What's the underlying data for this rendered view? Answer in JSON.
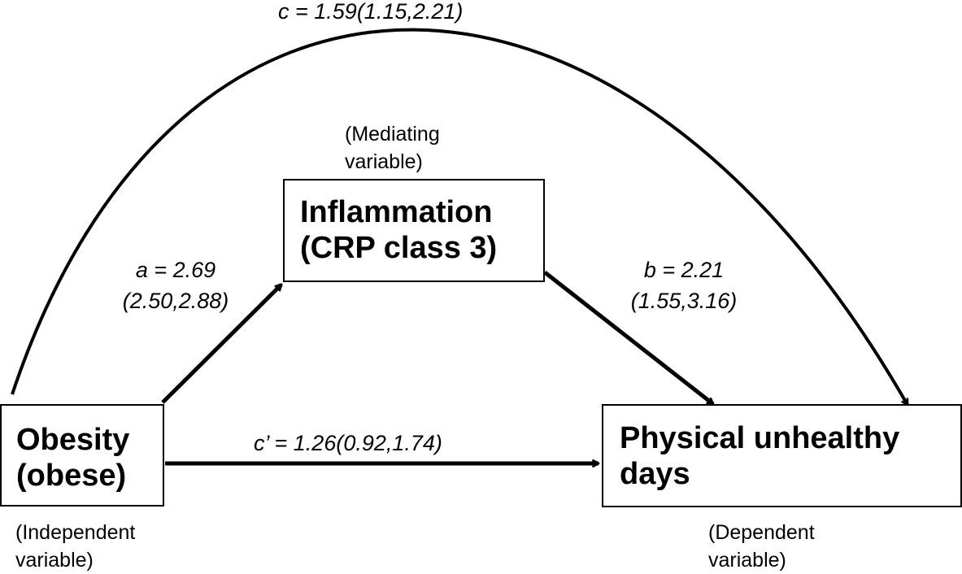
{
  "nodes": {
    "independent": {
      "lines": [
        "Obesity",
        "(obese)"
      ],
      "role_lines": [
        "(Independent",
        "variable)"
      ]
    },
    "mediator": {
      "lines": [
        "Inflammation",
        "(CRP class 3)"
      ],
      "role_lines": [
        "(Mediating",
        "variable)"
      ]
    },
    "dependent": {
      "lines": [
        "Physical unhealthy",
        "days"
      ],
      "role_lines": [
        "(Dependent",
        "variable)"
      ]
    }
  },
  "paths": {
    "a": {
      "lines": [
        "a = 2.69",
        "(2.50,2.88)"
      ]
    },
    "b": {
      "lines": [
        "b = 2.21",
        "(1.55,3.16)"
      ]
    },
    "c": {
      "label": "c = 1.59(1.15,2.21)"
    },
    "c_prime": {
      "label": "c’ = 1.26(0.92,1.74)"
    }
  },
  "colors": {
    "stroke": "#000000",
    "background": "#ffffff"
  }
}
